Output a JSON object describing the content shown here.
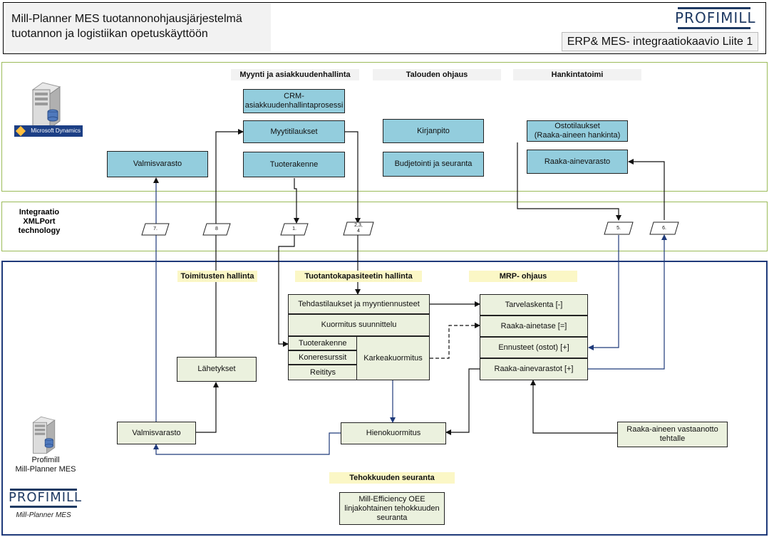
{
  "header": {
    "title_line1": "Mill-Planner MES tuotannonohjausjärjestelmä",
    "title_line2": "tuotannon ja logistiikan opetuskäyttöön",
    "logo": "PROFIMILL",
    "subtitle": "ERP& MES- integraatiokaavio Liite 1"
  },
  "erp": {
    "server_icon": "server-icon",
    "brand_logo": "Microsoft Dynamics",
    "sections": {
      "sales": "Myynti ja asiakkuudenhallinta",
      "finance": "Talouden ohjaus",
      "procurement": "Hankintatoimi"
    },
    "boxes": {
      "crm_line1": "CRM-",
      "crm_line2": "asiakkuudenhallintaprosessi",
      "sales_orders": "Myytitilaukset",
      "product_structure": "Tuoterakenne",
      "finished_stock": "Valmisvarasto",
      "accounting": "Kirjanpito",
      "budgeting": "Budjetointi ja seuranta",
      "purchase_line1": "Ostotilaukset",
      "purchase_line2": "(Raaka-aineen hankinta)",
      "raw_stock": "Raaka-ainevarasto"
    }
  },
  "integration": {
    "label_line1": "Integraatio",
    "label_line2": "XMLPort",
    "label_line3": "technology",
    "ports": {
      "p7": "7.",
      "p8": "8",
      "p1": "1.",
      "p234_line1": "2,3,",
      "p234_line2": "4",
      "p5": "5.",
      "p6": "6."
    }
  },
  "mes": {
    "sections": {
      "delivery": "Toimitusten hallinta",
      "capacity": "Tuotantokapasiteetin hallinta",
      "mrp": "MRP- ohjaus",
      "efficiency": "Tehokkuuden seuranta"
    },
    "server_label_line1": "Profimill",
    "server_label_line2": "Mill-Planner MES",
    "logo": "PROFIMILL",
    "logo_sub": "Mill-Planner MES",
    "boxes": {
      "factory_orders": "Tehdastilaukset ja myyntiennusteet",
      "load_planning": "Kuormitus suunnittelu",
      "product_structure": "Tuoterakenne",
      "machine_resources": "Koneresurssit",
      "routing": "Reititys",
      "rough_load": "Karkeakuormitus",
      "requirement_calc": "Tarvelaskenta [-]",
      "material_balance": "Raaka-ainetase [=]",
      "forecasts": "Ennusteet (ostot) [+]",
      "raw_stocks": "Raaka-ainevarastot [+]",
      "shipments": "Lähetykset",
      "finished_stock": "Valmisvarasto",
      "fine_load": "Hienokuormitus",
      "raw_receipt_line1": "Raaka-aineen vastaanotto",
      "raw_receipt_line2": "tehtalle",
      "oee_line1": "Mill-Efficiency OEE",
      "oee_line2": "linjakohtainen tehokkuuden",
      "oee_line3": "seuranta"
    }
  },
  "colors": {
    "erp_box": "#93cddd",
    "mes_box": "#ebf1de",
    "erp_border": "#9bbb59",
    "mes_border": "#1f3a7a",
    "mes_title_bg": "#fbf7c6"
  }
}
